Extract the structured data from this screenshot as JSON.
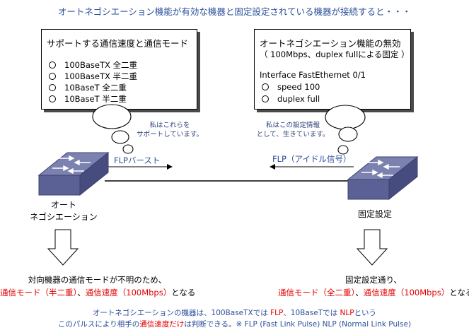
{
  "title": "オートネゴシエーション機能が有効な機器と固定設定されている機器が接続すると・・・",
  "left_box": {
    "heading": "サポートする通信速度と通信モード",
    "items": [
      "100BaseTX 全二重",
      "100BaseTX 半二重",
      "10BaseT 全二重",
      "10BaseT 半二重"
    ]
  },
  "right_box": {
    "heading": "オートネゴシエーション機能の無効",
    "subheading": "（ 100Mbps、duplex fullによる固定 ）",
    "interface": "Interface FastEthernet 0/1",
    "items": [
      "speed 100",
      "duplex full"
    ]
  },
  "left_thought": [
    "私はこれらを",
    "サポートしています。"
  ],
  "right_thought": [
    "私はこの設定情報",
    "として、生きています。"
  ],
  "flp_left": "FLPバースト",
  "flp_right": "FLP（アイドル信号）",
  "left_device_label": [
    "オート",
    "ネゴシエーション"
  ],
  "right_device_label": "固定設定",
  "left_conclusion": {
    "line1": "対向機器の通信モードが不明のため、",
    "red1": "通信モード（半二重）",
    "sep": "、",
    "red2": "通信速度（100Mbps）",
    "tail": "となる"
  },
  "right_conclusion": {
    "line1": "固定設定通り、",
    "red1": "通信モード（全二重）",
    "sep": "、",
    "red2": "通信速度（100Mbps）",
    "tail": "となる"
  },
  "footer": {
    "l1_a": "オートネゴシエーションの機器は、100BaseTXでは ",
    "l1_red1": "FLP",
    "l1_b": "、10BaseTでは ",
    "l1_red2": "NLP",
    "l1_c": "という",
    "l2_a": "このパルスにより相手の",
    "l2_red": "通信速度だけ",
    "l2_b": "は判断できる。※ FLP (Fast Link Pulse)  NLP (Normal Link Pulse)"
  },
  "colors": {
    "accent_blue": "#2a4f9a",
    "red": "#e30000",
    "switch_top": "#7b82b0",
    "switch_side": "#4b5180"
  }
}
